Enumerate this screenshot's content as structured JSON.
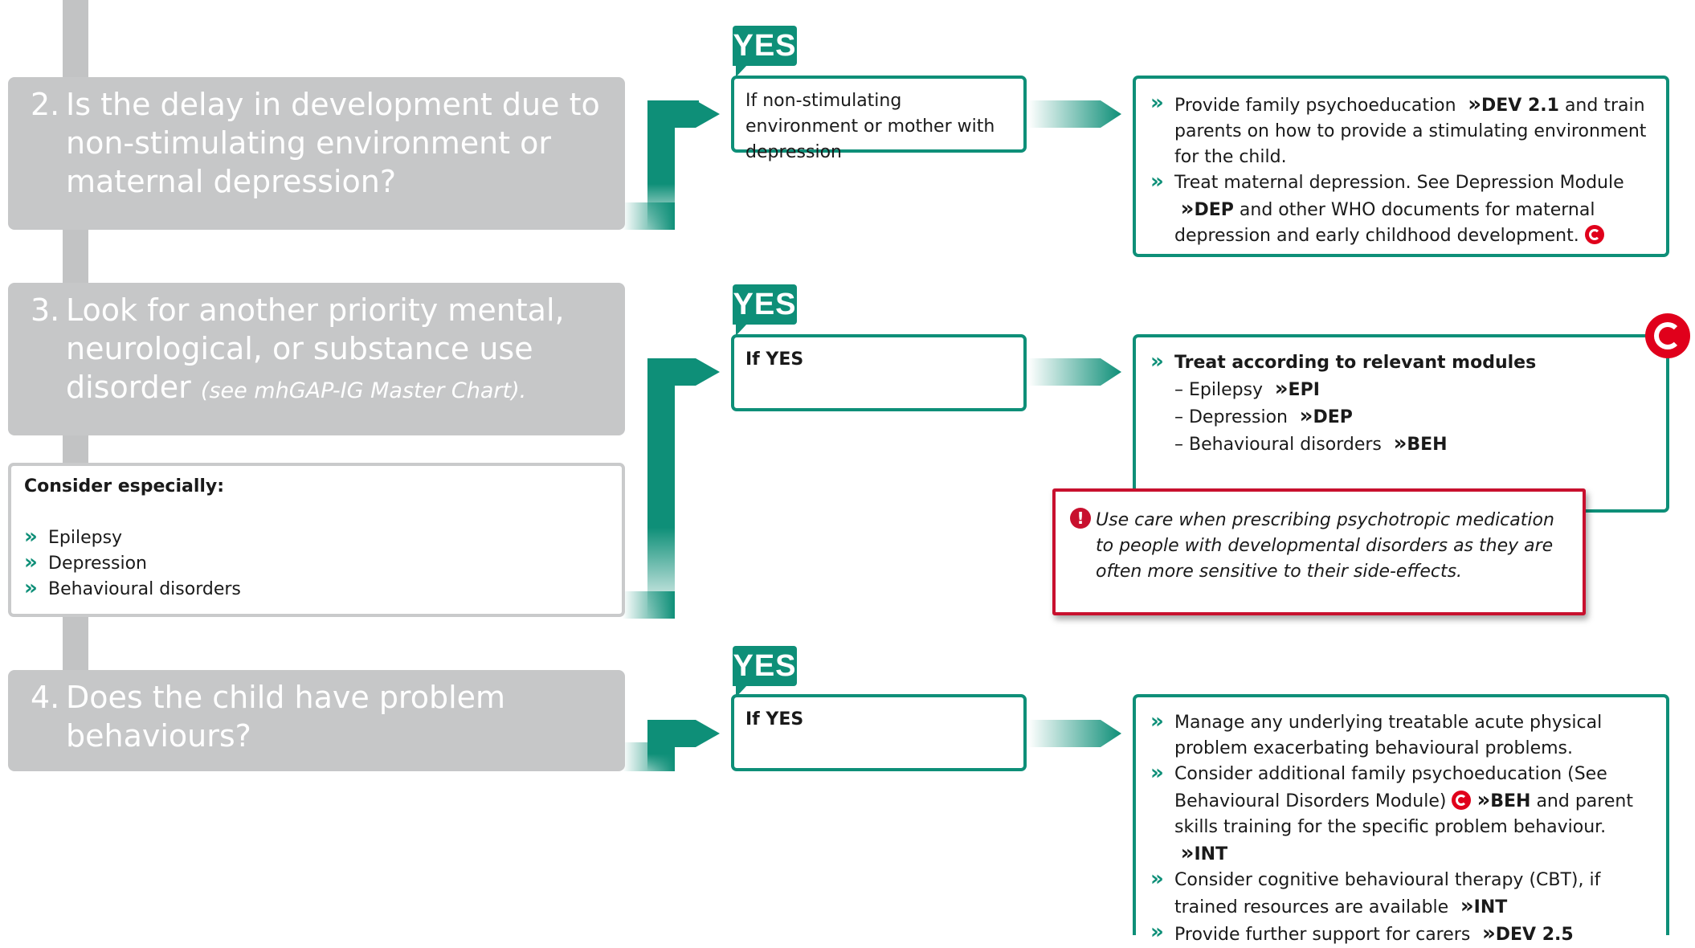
{
  "questions": [
    {
      "number": "2.",
      "text": "Is the delay in development due to non-stimulating environment or maternal depression?",
      "note": ""
    },
    {
      "number": "3.",
      "text": "Look for another priority mental, neurological, or substance use disorder",
      "note": "(see mhGAP-IG Master Chart)."
    },
    {
      "number": "4.",
      "text": "Does the child have problem behaviours?",
      "note": ""
    }
  ],
  "consider": {
    "title": "Consider especially:",
    "items": [
      "Epilepsy",
      "Depression",
      "Behavioural disorders"
    ]
  },
  "yes_tag": "YES",
  "conditions": [
    "If non-stimulating environment or mother with depression",
    "If YES",
    "If YES"
  ],
  "chevron": "»",
  "actions_q2": [
    {
      "text": "Provide family psychoeducation",
      "ref": "DEV 2.1",
      "tail": "and train parents on how to provide a stimulating environment for the child."
    },
    {
      "text": "Treat maternal depression. See Depression Module",
      "ref": "DEP",
      "tail": "and other WHO documents for maternal depression and early childhood development."
    }
  ],
  "actions_q3": {
    "heading": "Treat according to relevant modules",
    "items": [
      {
        "label": "– Epilepsy",
        "ref": "EPI"
      },
      {
        "label": "– Depression",
        "ref": "DEP"
      },
      {
        "label": "– Behavioural disorders",
        "ref": "BEH"
      }
    ]
  },
  "warning": {
    "icon": "!",
    "text": "Use care when prescribing psychotropic medication to people with developmental disorders as they are often more sensitive to their side-effects."
  },
  "actions_q4": [
    {
      "text": "Manage any underlying treatable acute physical problem exacerbating behavioural problems."
    },
    {
      "text": "Consider additional family psychoeducation (See Behavioural Disorders Module)",
      "ref": "BEH",
      "tail": "and parent skills training for the specific problem behaviour.",
      "ref2": "INT"
    },
    {
      "text": "Consider cognitive behavioural therapy (CBT), if trained resources are available",
      "ref": "INT"
    },
    {
      "text": "Provide further support for carers",
      "ref": "DEV 2.5"
    }
  ],
  "colors": {
    "teal": "#0e8f78",
    "grey_box": "#c6c7c8",
    "red": "#c8102e",
    "icon_red": "#e0001b"
  },
  "icons": [
    "double-chevron-icon",
    "circular-arrow-icon",
    "exclamation-icon"
  ]
}
